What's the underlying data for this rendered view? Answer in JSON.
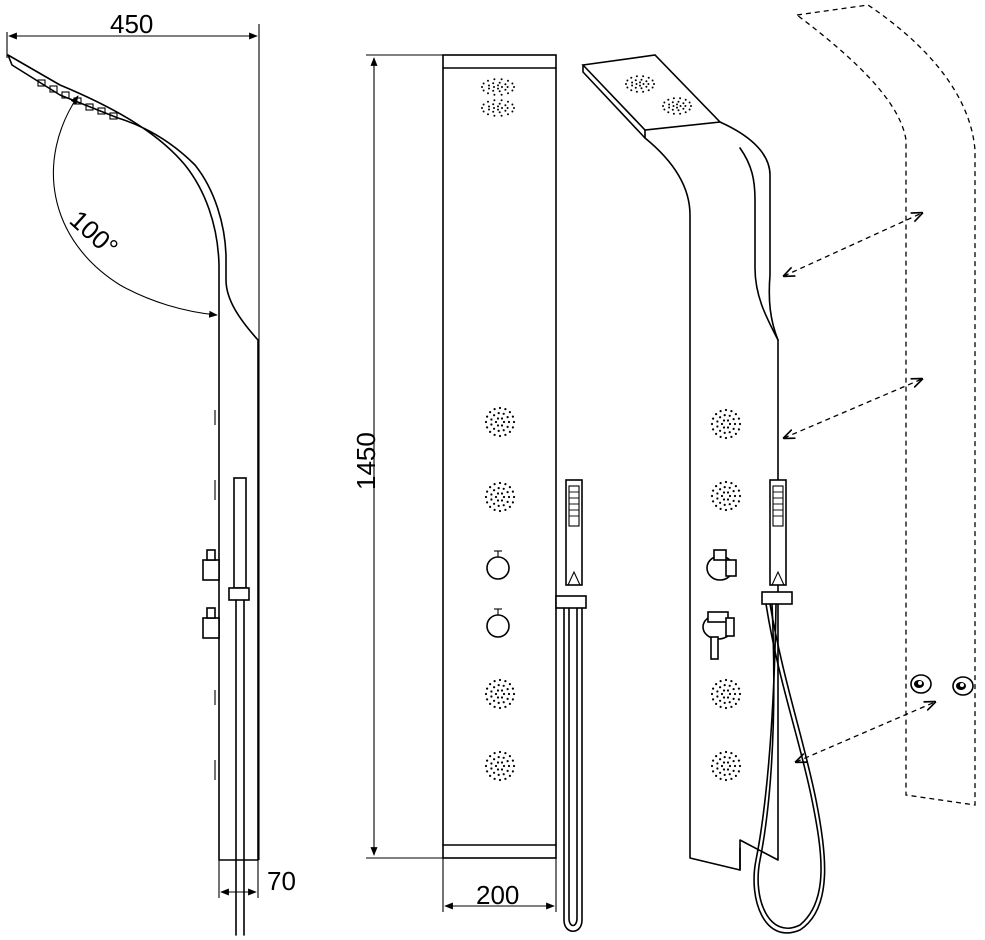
{
  "dimensions": {
    "head_width": "450",
    "head_angle": "100°",
    "panel_height": "1450",
    "panel_width": "200",
    "panel_depth": "70"
  }
}
